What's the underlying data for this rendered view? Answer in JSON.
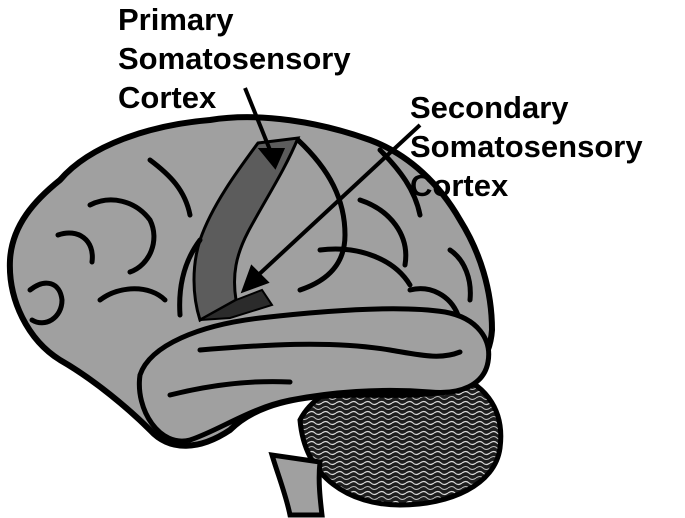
{
  "labels": {
    "primary": [
      "Primary",
      "Somatosensory",
      "Cortex"
    ],
    "secondary": [
      "Secondary",
      "Somatosensory",
      "Cortex"
    ]
  },
  "colors": {
    "brain": "#a0a0a0",
    "primary_cortex": "#5c5c5c",
    "secondary_cortex": "#2b2b2b",
    "outline": "#000000",
    "cerebellum": "#222222"
  }
}
